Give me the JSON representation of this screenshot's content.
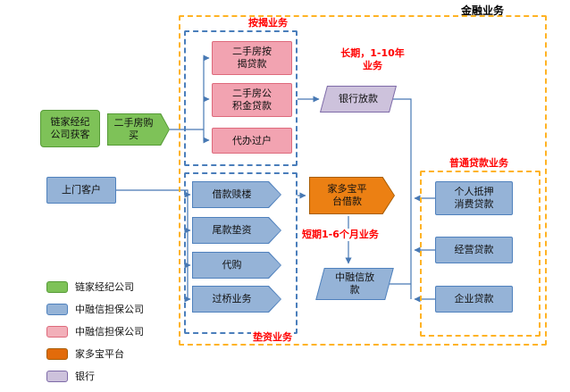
{
  "title": "金融业务",
  "groups": {
    "mortgage": {
      "label": "按揭业务",
      "items": [
        "二手房按\n揭贷款",
        "二手房公\n积金贷款",
        "代办过户"
      ]
    },
    "advance": {
      "label": "垫资业务",
      "items": [
        "借款赎楼",
        "尾款垫资",
        "代购",
        "过桥业务"
      ]
    },
    "ordinary": {
      "label": "普通贷款业务",
      "items": [
        "个人抵押\n消费贷款",
        "经营贷款",
        "企业贷款"
      ]
    }
  },
  "sources": {
    "lianjia": "链家经纪\n公司获客",
    "purchase": "二手房购\n买",
    "walkin": "上门客户"
  },
  "funding": {
    "bank": "银行放款",
    "bank_note": "长期，1-10年\n业务",
    "jiaduobao": "家多宝平\n台借款",
    "jiaduobao_note": "短期1-6个月业务",
    "zhongrongxin": "中融信放\n款"
  },
  "legend": [
    {
      "label": "链家经纪公司",
      "color": "#7EC258"
    },
    {
      "label": "中融信担保公司",
      "color": "#95B3D7"
    },
    {
      "label": "中融信担保公司",
      "color": "#F2AFB9"
    },
    {
      "label": "家多宝平台",
      "color": "#E26B0A"
    },
    {
      "label": "银行",
      "color": "#CDC2DC"
    }
  ],
  "colors": {
    "boundary_dashed_orange": "#FFB324",
    "group_dashed_blue": "#4A7EBB",
    "connector_blue": "#4778B3",
    "node_green": "#7EC258",
    "node_blue": "#95B3D7",
    "node_pink": "#F2A3B1",
    "node_orange": "#EC8013",
    "node_lavender": "#CDC2DC",
    "note_red": "#FF0000"
  }
}
